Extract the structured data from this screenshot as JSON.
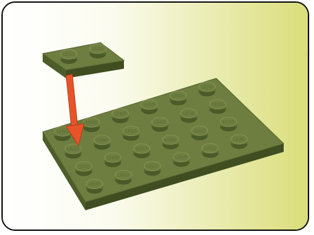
{
  "illustration": {
    "subject": "green 4x6 plate with a 1x2 plate being attached",
    "stud_logo_text": "LEGO",
    "colors": {
      "background_left": "#ffffff",
      "background_right": "#dde07c",
      "frame": "#111111",
      "plate_top": "#6f7e42",
      "plate_side_dark": "#4a5a28",
      "plate_side_mid": "#5b6a32",
      "stud_highlight": "#8a9a55",
      "arrow": "#e8542a"
    },
    "base_plate": {
      "studs_wide": 4,
      "studs_long": 6
    },
    "small_plate": {
      "studs_wide": 1,
      "studs_long": 2
    },
    "arrow_icon": "down-arrow-icon"
  }
}
